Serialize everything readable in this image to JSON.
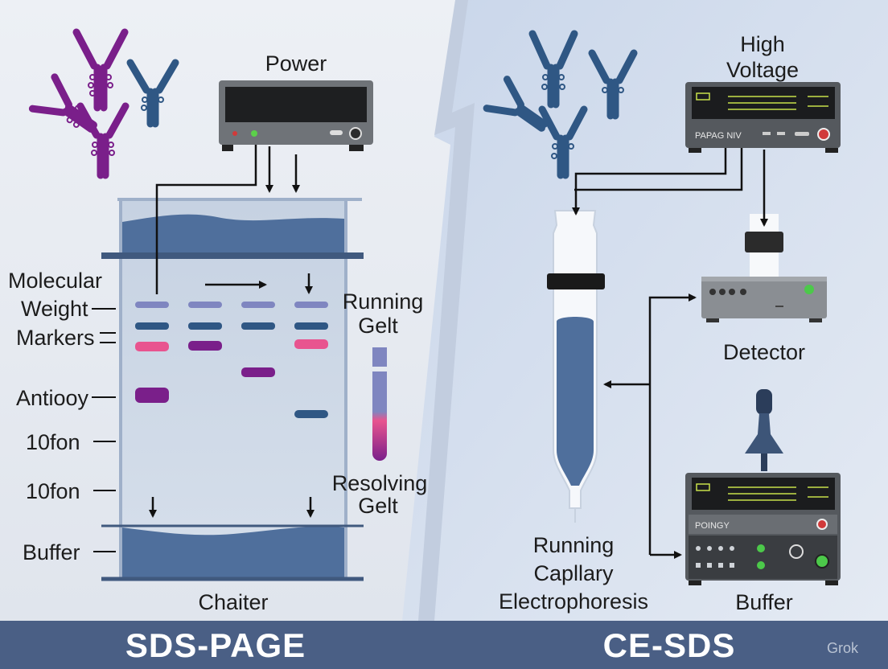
{
  "sds_page": {
    "title": "SDS-PAGE",
    "power_label": "Power",
    "labels": {
      "mw_line1": "Molecular",
      "mw_line2": "Weight",
      "mw_line3": "Markers",
      "antibody": "Antiooy",
      "tick1": "10fon",
      "tick2": "10fon",
      "buffer": "Buffer",
      "running_line1": "Running",
      "running_line2": "Gelt",
      "resolving_line1": "Resolving",
      "resolving_line2": "Gelt",
      "chamber": "Chaiter"
    }
  },
  "ce_sds": {
    "title": "CE-SDS",
    "hv_line1": "High",
    "hv_line2": "Voltage",
    "hv_panel_text": "PAPAG  NIV",
    "detector": "Detector",
    "buffer": "Buffer",
    "buffer_panel_text": "POINGY",
    "running_line1": "Running",
    "running_line2": "Capllary",
    "running_line3": "Electrophoresis"
  },
  "watermark": "Grok",
  "colors": {
    "purple": "#7a1f8a",
    "blue": "#2f5784",
    "pink": "#e8548f",
    "lavender": "#7f86c0",
    "buffer_blue": "#4f6f9c",
    "footer": "#4a5f85"
  }
}
